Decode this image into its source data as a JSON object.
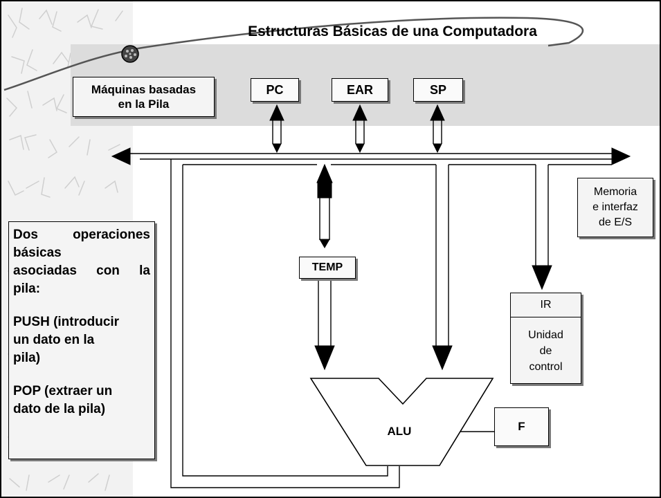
{
  "title": "Estructuras Básicas de una Computadora",
  "stack_label": [
    "Máquinas basadas",
    "en la Pila"
  ],
  "registers": {
    "pc": "PC",
    "ear": "EAR",
    "sp": "SP",
    "temp": "TEMP",
    "f": "F"
  },
  "memory_label": [
    "Memoria",
    "e interfaz",
    "de E/S"
  ],
  "ir": {
    "header": "IR",
    "body": [
      "Unidad",
      "de",
      "control"
    ]
  },
  "alu": "ALU",
  "operations": {
    "intro": [
      "Dos operaciones",
      "básicas",
      "asociadas con la",
      "pila:"
    ],
    "push": [
      "PUSH (introducir",
      "un dato en la",
      "pila)"
    ],
    "pop": [
      "POP (extraer un",
      "dato de la pila)"
    ]
  }
}
